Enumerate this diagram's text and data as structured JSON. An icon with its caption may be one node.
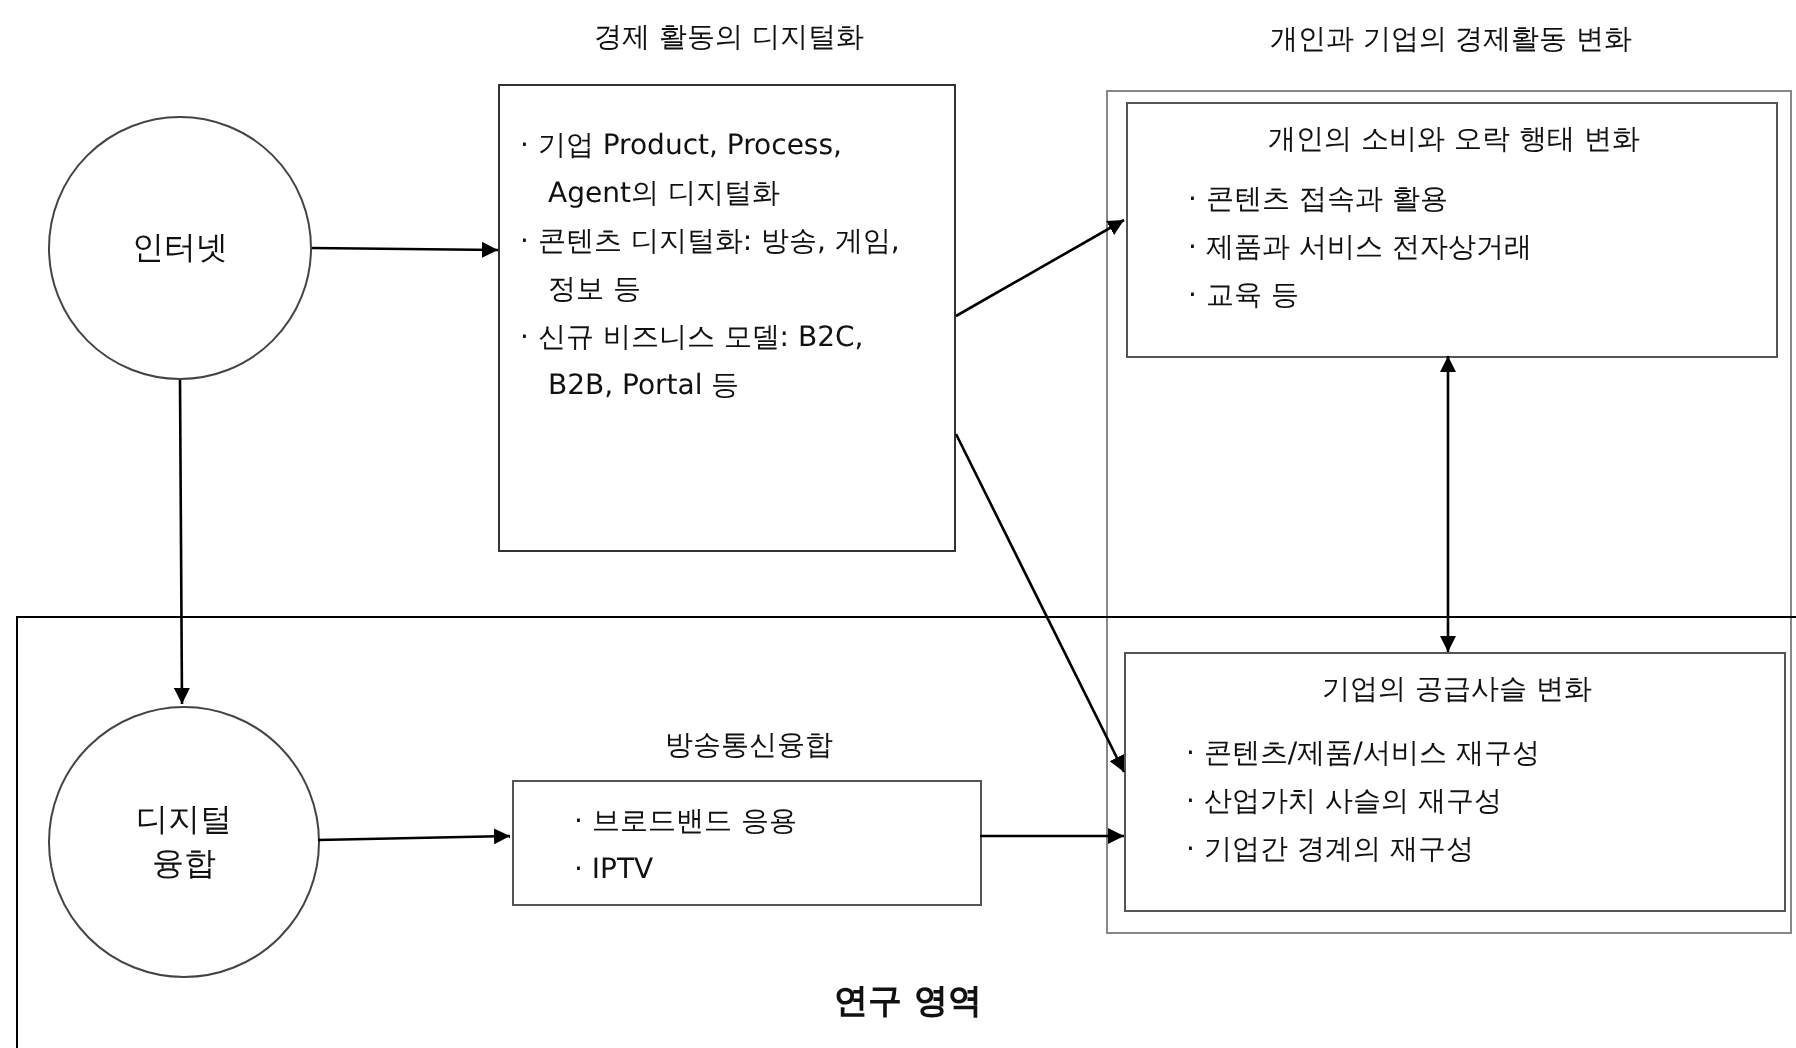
{
  "diagram": {
    "nodes": [
      {
        "text": [
          "인터넷"
        ]
      },
      {
        "text": [
          "경제 활동의 디지털화",
          "· 기업 Product, Process, Agent의 디지털화",
          "· 콘텐츠 디지털화: 방송, 게임, 정보 등",
          "· 신규 비즈니스 모델: B2C, B2B, Portal 등"
        ]
      },
      {
        "text": [
          "개인과 기업의 경제활동 변화"
        ]
      },
      {
        "text": [
          "개인의 소비와 오락 행태 변화",
          "· 콘텐츠 접속과 활용",
          "· 제품과 서비스 전자상거래",
          "· 교육 등"
        ],
        "in": 2
      },
      {
        "text": [
          "연구 영역"
        ]
      },
      {
        "text": [
          "디지털 융합"
        ],
        "in": 4
      },
      {
        "text": [
          "방송통신융합",
          "· 브로드밴드 응용",
          "· IPTV"
        ],
        "in": 4
      },
      {
        "text": [
          "기업의 공급사슬 변화",
          "· 콘텐츠/제품/서비스 재구성",
          "· 산업가치 사슬의 재구성",
          "· 기업간 경계의 재구성"
        ]
      }
    ],
    "edges": [
      {
        "from": 0,
        "to": 1,
        "arrow": "to"
      },
      {
        "from": 0,
        "to": 5,
        "arrow": "to"
      },
      {
        "from": 1,
        "to": 3,
        "arrow": "to"
      },
      {
        "from": 1,
        "to": 7,
        "arrow": "to"
      },
      {
        "from": 3,
        "to": 7,
        "arrow": "both"
      },
      {
        "from": 5,
        "to": 6,
        "arrow": "to"
      },
      {
        "from": 6,
        "to": 7,
        "arrow": "to"
      }
    ]
  }
}
